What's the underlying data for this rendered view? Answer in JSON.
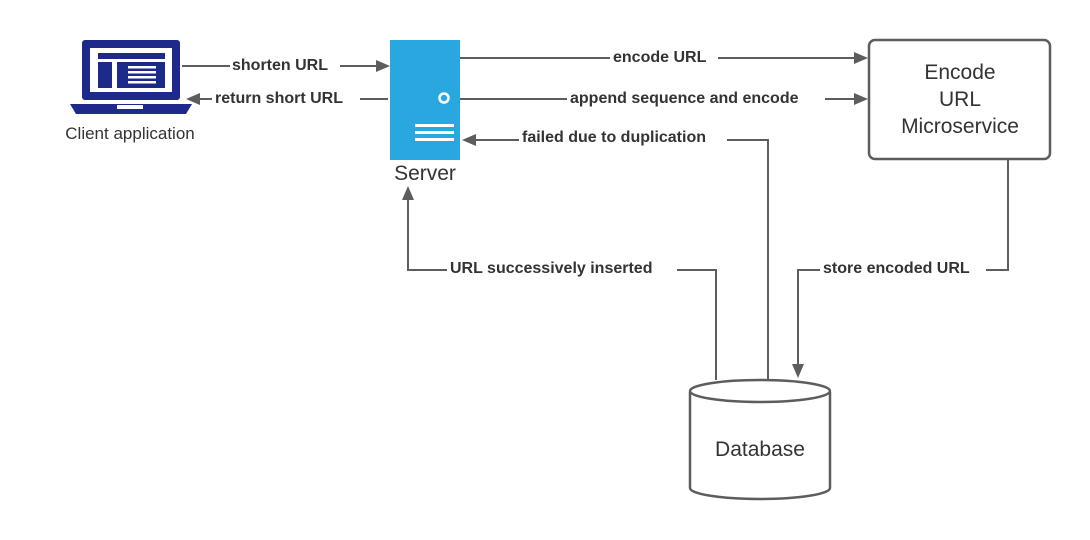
{
  "nodes": {
    "client": {
      "label": "Client application"
    },
    "server": {
      "label": "Server"
    },
    "microservice": {
      "lines": [
        "Encode",
        "URL",
        "Microservice"
      ]
    },
    "database": {
      "label": "Database"
    }
  },
  "edges": {
    "shorten_url": "shorten URL",
    "return_short_url": "return short URL",
    "encode_url": "encode URL",
    "append_sequence": "append sequence and encode",
    "failed_duplication": "failed due to duplication",
    "url_inserted": "URL successively inserted",
    "store_encoded": "store encoded URL"
  },
  "colors": {
    "server_fill": "#29a8e0",
    "laptop_fill": "#1e2a8a",
    "line": "#5d5d5d",
    "text": "#333333"
  }
}
